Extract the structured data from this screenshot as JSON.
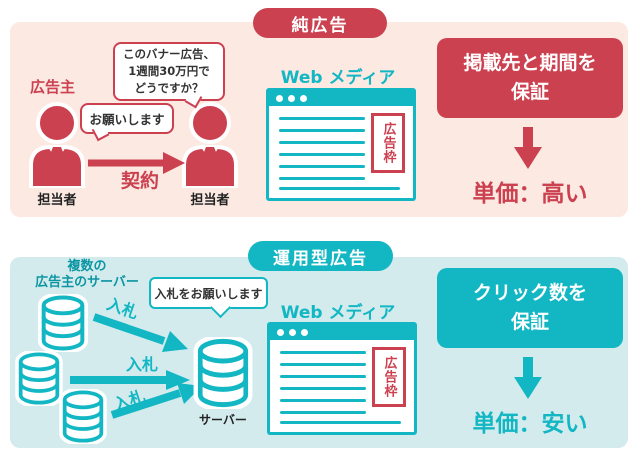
{
  "colors": {
    "red": "#cc4150",
    "pink_bg": "#fbe9e2",
    "teal": "#12b7c3",
    "teal_bg": "#d3ebed",
    "teal_label": "#0c96a3",
    "text": "#333333"
  },
  "sections": {
    "pure": {
      "badge": "純広告",
      "advertiser_label": "広告主",
      "offer_bubble_lines": [
        "このバナー広告、",
        "1週間30万円で",
        "どうですか？"
      ],
      "accept_bubble": "お願いします",
      "contract_arrow_label": "契約",
      "person_left_caption": "担当者",
      "person_right_caption": "担当者",
      "media_title": "Web メディア",
      "ad_slot": "広告枠",
      "guarantee_line1": "掲載先と期間を",
      "guarantee_line2": "保証",
      "price": "単価：高い"
    },
    "programmatic": {
      "badge": "運用型広告",
      "servers_label_line1": "複数の",
      "servers_label_line2": "広告主のサーバー",
      "bid_request_bubble": "入札をお願いします",
      "bid_label_1": "入札",
      "bid_label_2": "入札",
      "bid_label_3": "入札",
      "server_caption": "サーバー",
      "media_title": "Web メディア",
      "ad_slot": "広告枠",
      "guarantee_line1": "クリック数を",
      "guarantee_line2": "保証",
      "price": "単価：安い"
    }
  },
  "icons": {
    "person": "person-icon",
    "database": "database-icon",
    "server": "server-database-icon",
    "browser": "browser-window",
    "arrow": "arrow-icon"
  }
}
